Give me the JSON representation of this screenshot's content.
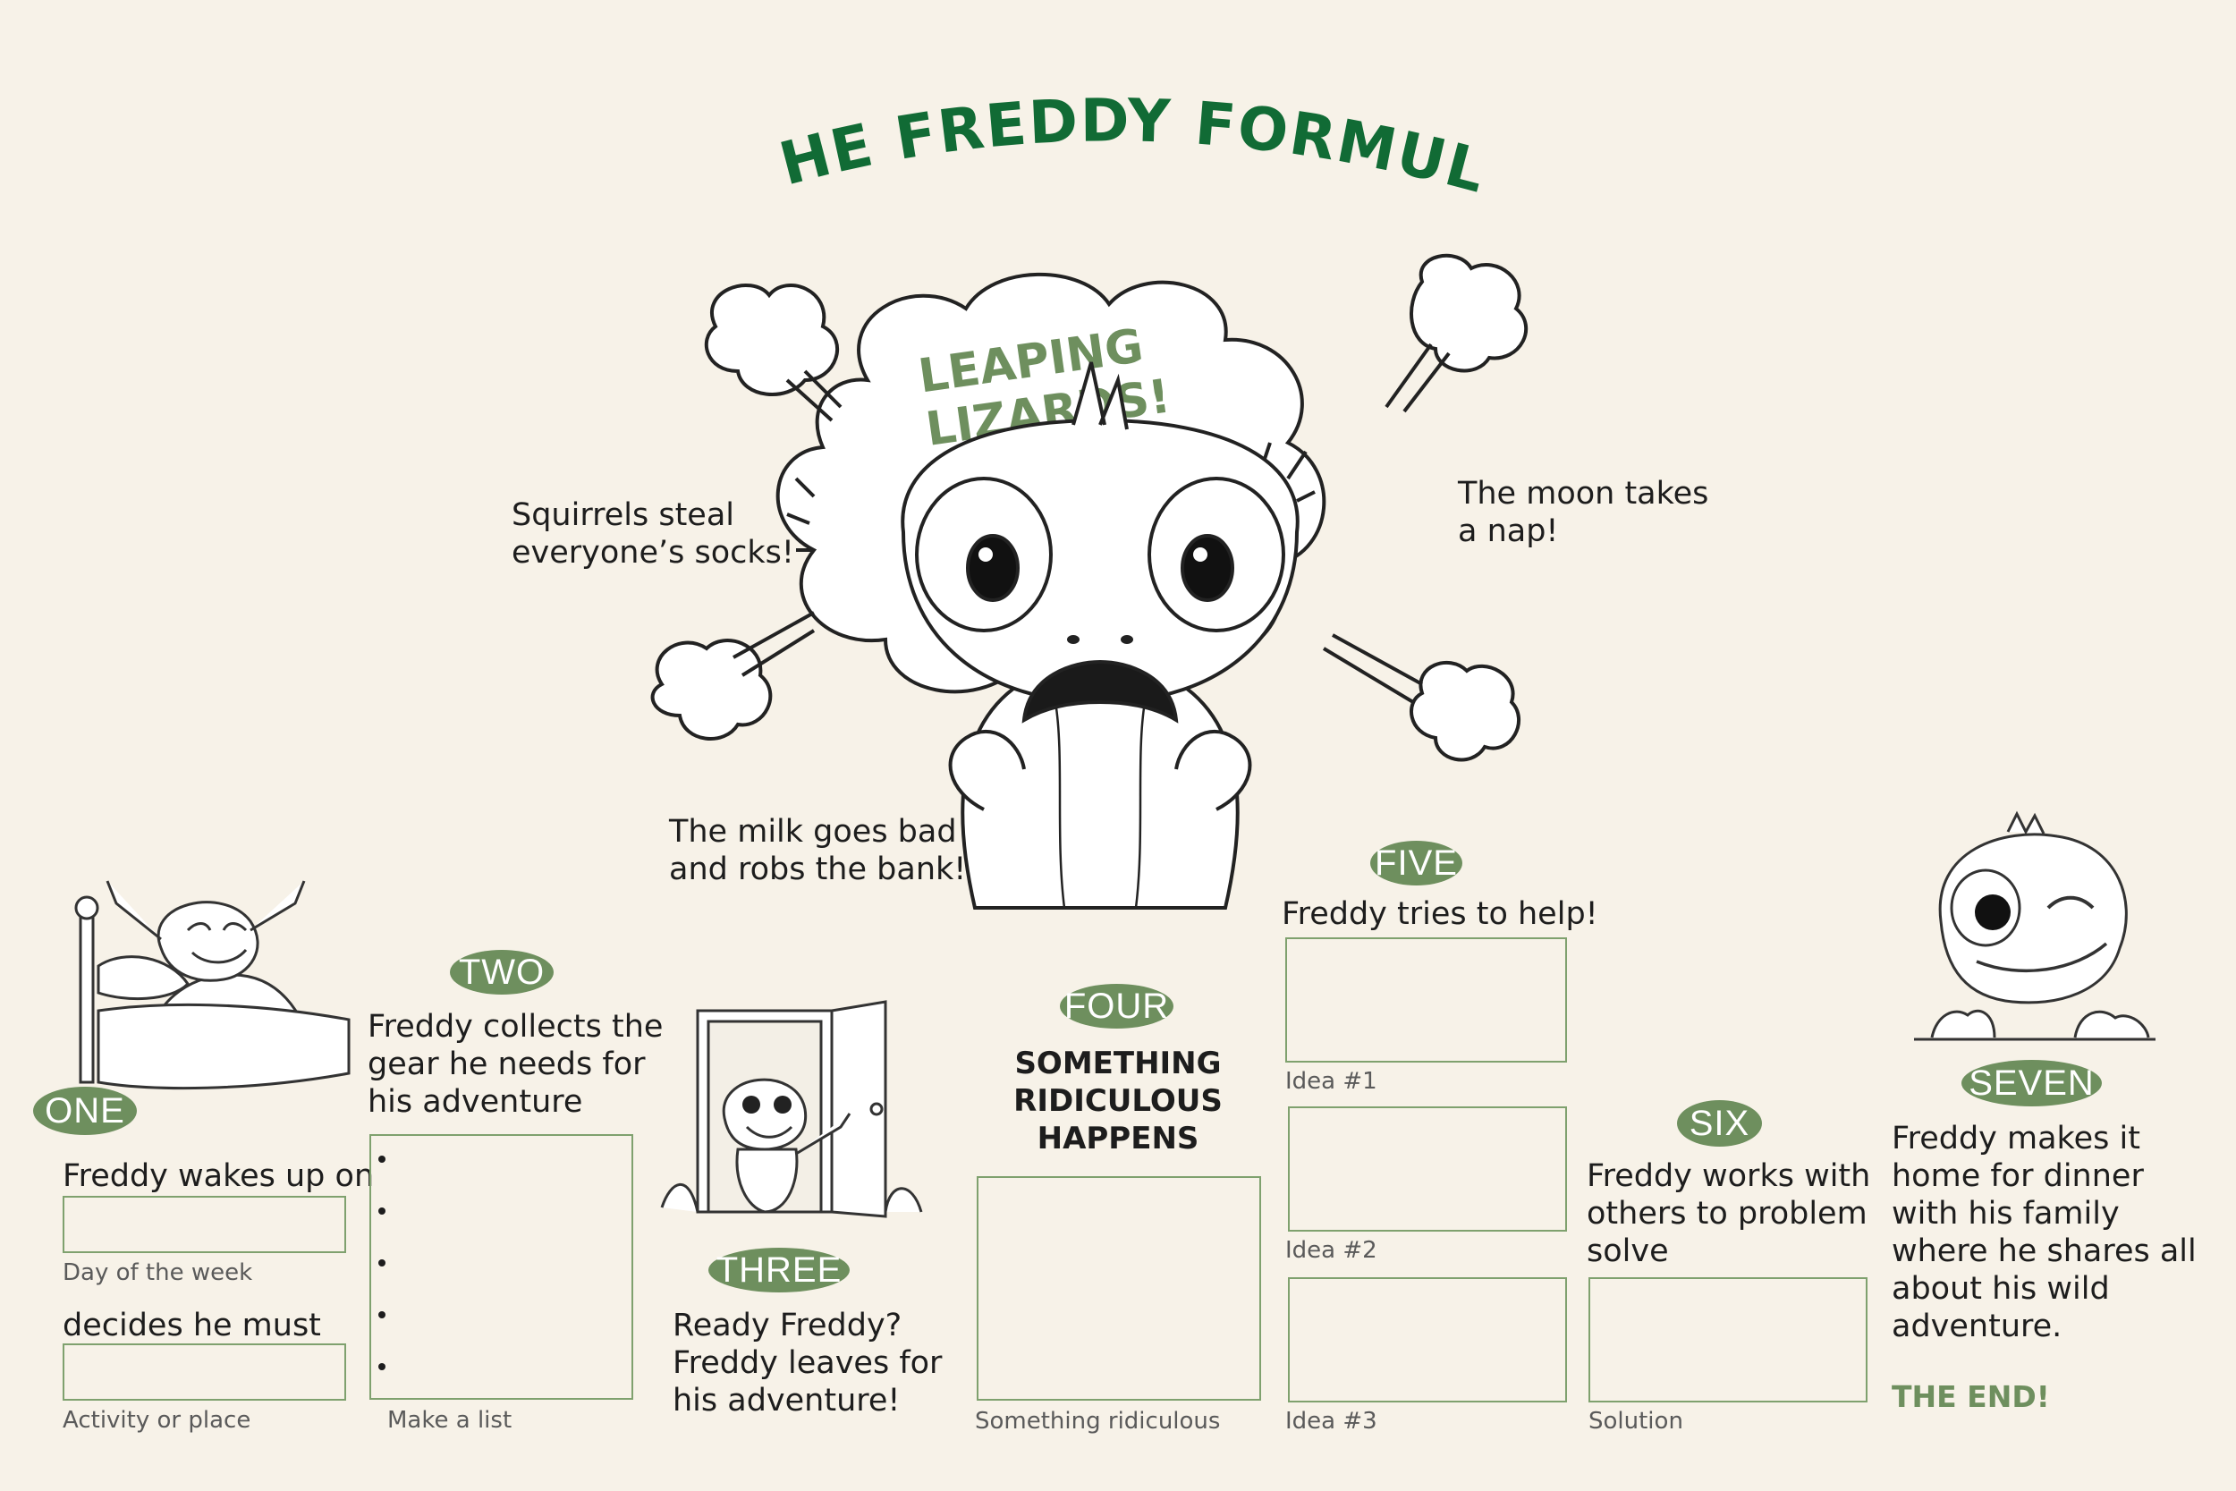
{
  "title": "THE FREDDY FORMULA",
  "bubble_text": "LEAPING\nLIZARDS!",
  "ideas": {
    "socks": "Squirrels steal\neveryone’s socks!",
    "moon": "The moon takes\na nap!",
    "milk": "The milk goes bad\nand robs the bank!"
  },
  "steps": {
    "one": {
      "label": "ONE",
      "line1": "Freddy wakes up on",
      "caption1": "Day of the week",
      "line2": "decides he must",
      "caption2": "Activity or place"
    },
    "two": {
      "label": "TWO",
      "text": "Freddy collects the\ngear he needs for\nhis adventure",
      "caption": "Make a list"
    },
    "three": {
      "label": "THREE",
      "text": "Ready Freddy?\nFreddy leaves for\nhis adventure!"
    },
    "four": {
      "label": "FOUR",
      "heading": "SOMETHING\nRIDICULOUS\nHAPPENS",
      "caption": "Something ridiculous"
    },
    "five": {
      "label": "FIVE",
      "text": "Freddy tries to help!",
      "idea1": "Idea #1",
      "idea2": "Idea #2",
      "idea3": "Idea #3"
    },
    "six": {
      "label": "SIX",
      "text": "Freddy works with\nothers to problem\nsolve",
      "caption": "Solution"
    },
    "seven": {
      "label": "SEVEN",
      "text": "Freddy makes it\nhome for dinner\nwith his family\nwhere he shares all\nabout his wild\nadventure.",
      "ending": "THE END!"
    }
  },
  "colors": {
    "background": "#f7f2e8",
    "title_green": "#116b35",
    "accent_green": "#6e8f5e",
    "box_border": "#7fa16e"
  },
  "icons": [
    "surprised-freddy-illustration",
    "waking-freddy-illustration",
    "door-freddy-illustration",
    "winking-freddy-illustration"
  ]
}
